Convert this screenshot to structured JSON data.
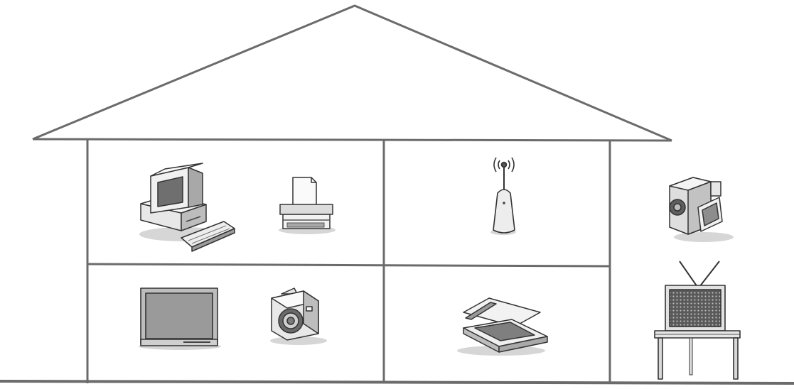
{
  "diagram": {
    "type": "home-network-illustration",
    "colors": {
      "line": "#6b6b6b",
      "device_light": "#f3f3f3",
      "device_mid": "#d4d4d4",
      "device_dark": "#6a6a6a",
      "screen": "#9a9a9a",
      "shadow": "#d0d0d0"
    },
    "rooms": [
      {
        "id": "upper-left",
        "devices": [
          "desktop-computer-icon",
          "printer-icon"
        ]
      },
      {
        "id": "upper-right",
        "devices": [
          "wireless-router-icon"
        ]
      },
      {
        "id": "lower-left",
        "devices": [
          "flat-panel-display-icon",
          "digital-camera-icon"
        ]
      },
      {
        "id": "lower-right",
        "devices": [
          "flatbed-scanner-icon"
        ]
      }
    ],
    "outside": [
      "camcorder-icon",
      "television-icon",
      "tv-table"
    ]
  }
}
